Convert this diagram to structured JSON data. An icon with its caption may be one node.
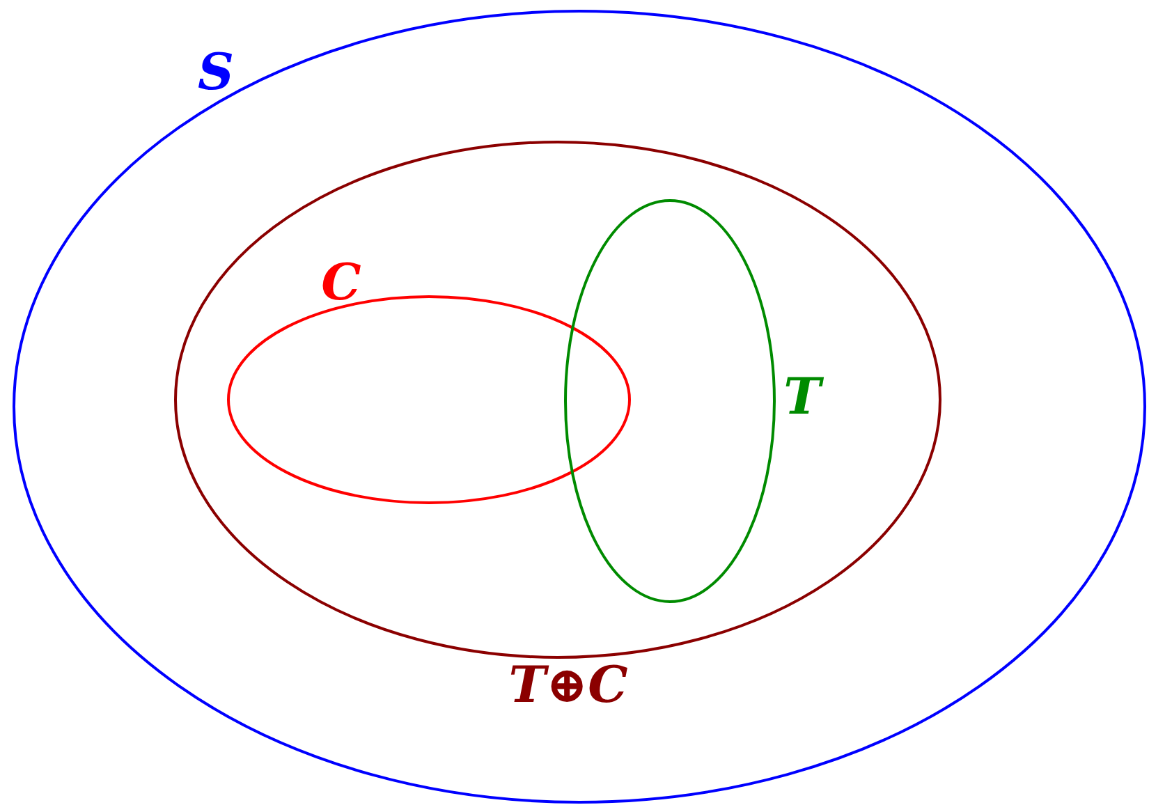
{
  "diagram": {
    "nodes": [
      {
        "text": [
          "S"
        ]
      },
      {
        "text": [
          "T⊕C"
        ],
        "in": 0
      },
      {
        "text": [
          "C"
        ],
        "in": 1
      },
      {
        "text": [
          "T"
        ],
        "in": 1
      }
    ]
  }
}
